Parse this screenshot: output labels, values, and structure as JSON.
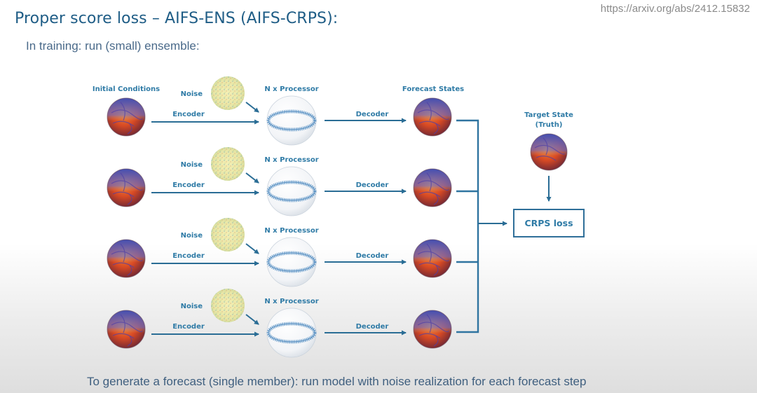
{
  "slide": {
    "title": "Proper score loss – AIFS-ENS (AIFS-CRPS):",
    "subtitle": "In training: run (small) ensemble:",
    "source_url": "https://arxiv.org/abs/2412.15832",
    "footer": "To generate a forecast (single member): run model with noise realization for each forecast step"
  },
  "diagram": {
    "column_headers": {
      "initial": "Initial Conditions",
      "processor": "N x Processor",
      "forecast": "Forecast States",
      "target_line1": "Target State",
      "target_line2": "(Truth)"
    },
    "row_labels": {
      "noise": "Noise",
      "encoder": "Encoder",
      "processor": "N x Processor",
      "decoder": "Decoder"
    },
    "member_count": 4,
    "loss_box": "CRPS loss",
    "icons": {
      "state": "globe-weather-map-icon",
      "noise": "noise-field-icon",
      "processor": "sphere-mesh-processor-icon"
    },
    "colors": {
      "accent": "#2f7ba6",
      "arrow": "#2a6d95",
      "title": "#1f5d86"
    }
  }
}
